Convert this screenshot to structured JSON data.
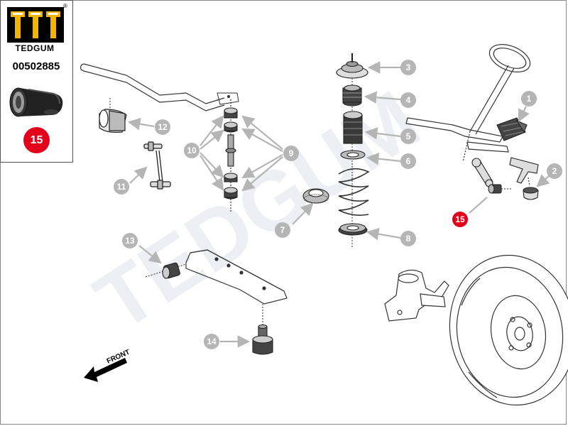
{
  "brand": {
    "name": "TEDGUM",
    "registered_mark": "®",
    "part_number": "00502885",
    "highlight_part": "15"
  },
  "watermark": "TEDGUM",
  "direction_label": "FRONT",
  "callouts": [
    {
      "id": "callout-1",
      "label": "1"
    },
    {
      "id": "callout-2",
      "label": "2"
    },
    {
      "id": "callout-3",
      "label": "3"
    },
    {
      "id": "callout-4",
      "label": "4"
    },
    {
      "id": "callout-5",
      "label": "5"
    },
    {
      "id": "callout-6",
      "label": "6"
    },
    {
      "id": "callout-7",
      "label": "7"
    },
    {
      "id": "callout-8",
      "label": "8"
    },
    {
      "id": "callout-9",
      "label": "9"
    },
    {
      "id": "callout-10",
      "label": "10"
    },
    {
      "id": "callout-11",
      "label": "11"
    },
    {
      "id": "callout-12",
      "label": "12"
    },
    {
      "id": "callout-13",
      "label": "13"
    },
    {
      "id": "callout-14",
      "label": "14"
    },
    {
      "id": "callout-15",
      "label": "15"
    }
  ],
  "colors": {
    "callout_gray": "#b5b5b5",
    "highlight_red": "#e3001b",
    "logo_gold": "#f0b500",
    "line": "#333333"
  }
}
